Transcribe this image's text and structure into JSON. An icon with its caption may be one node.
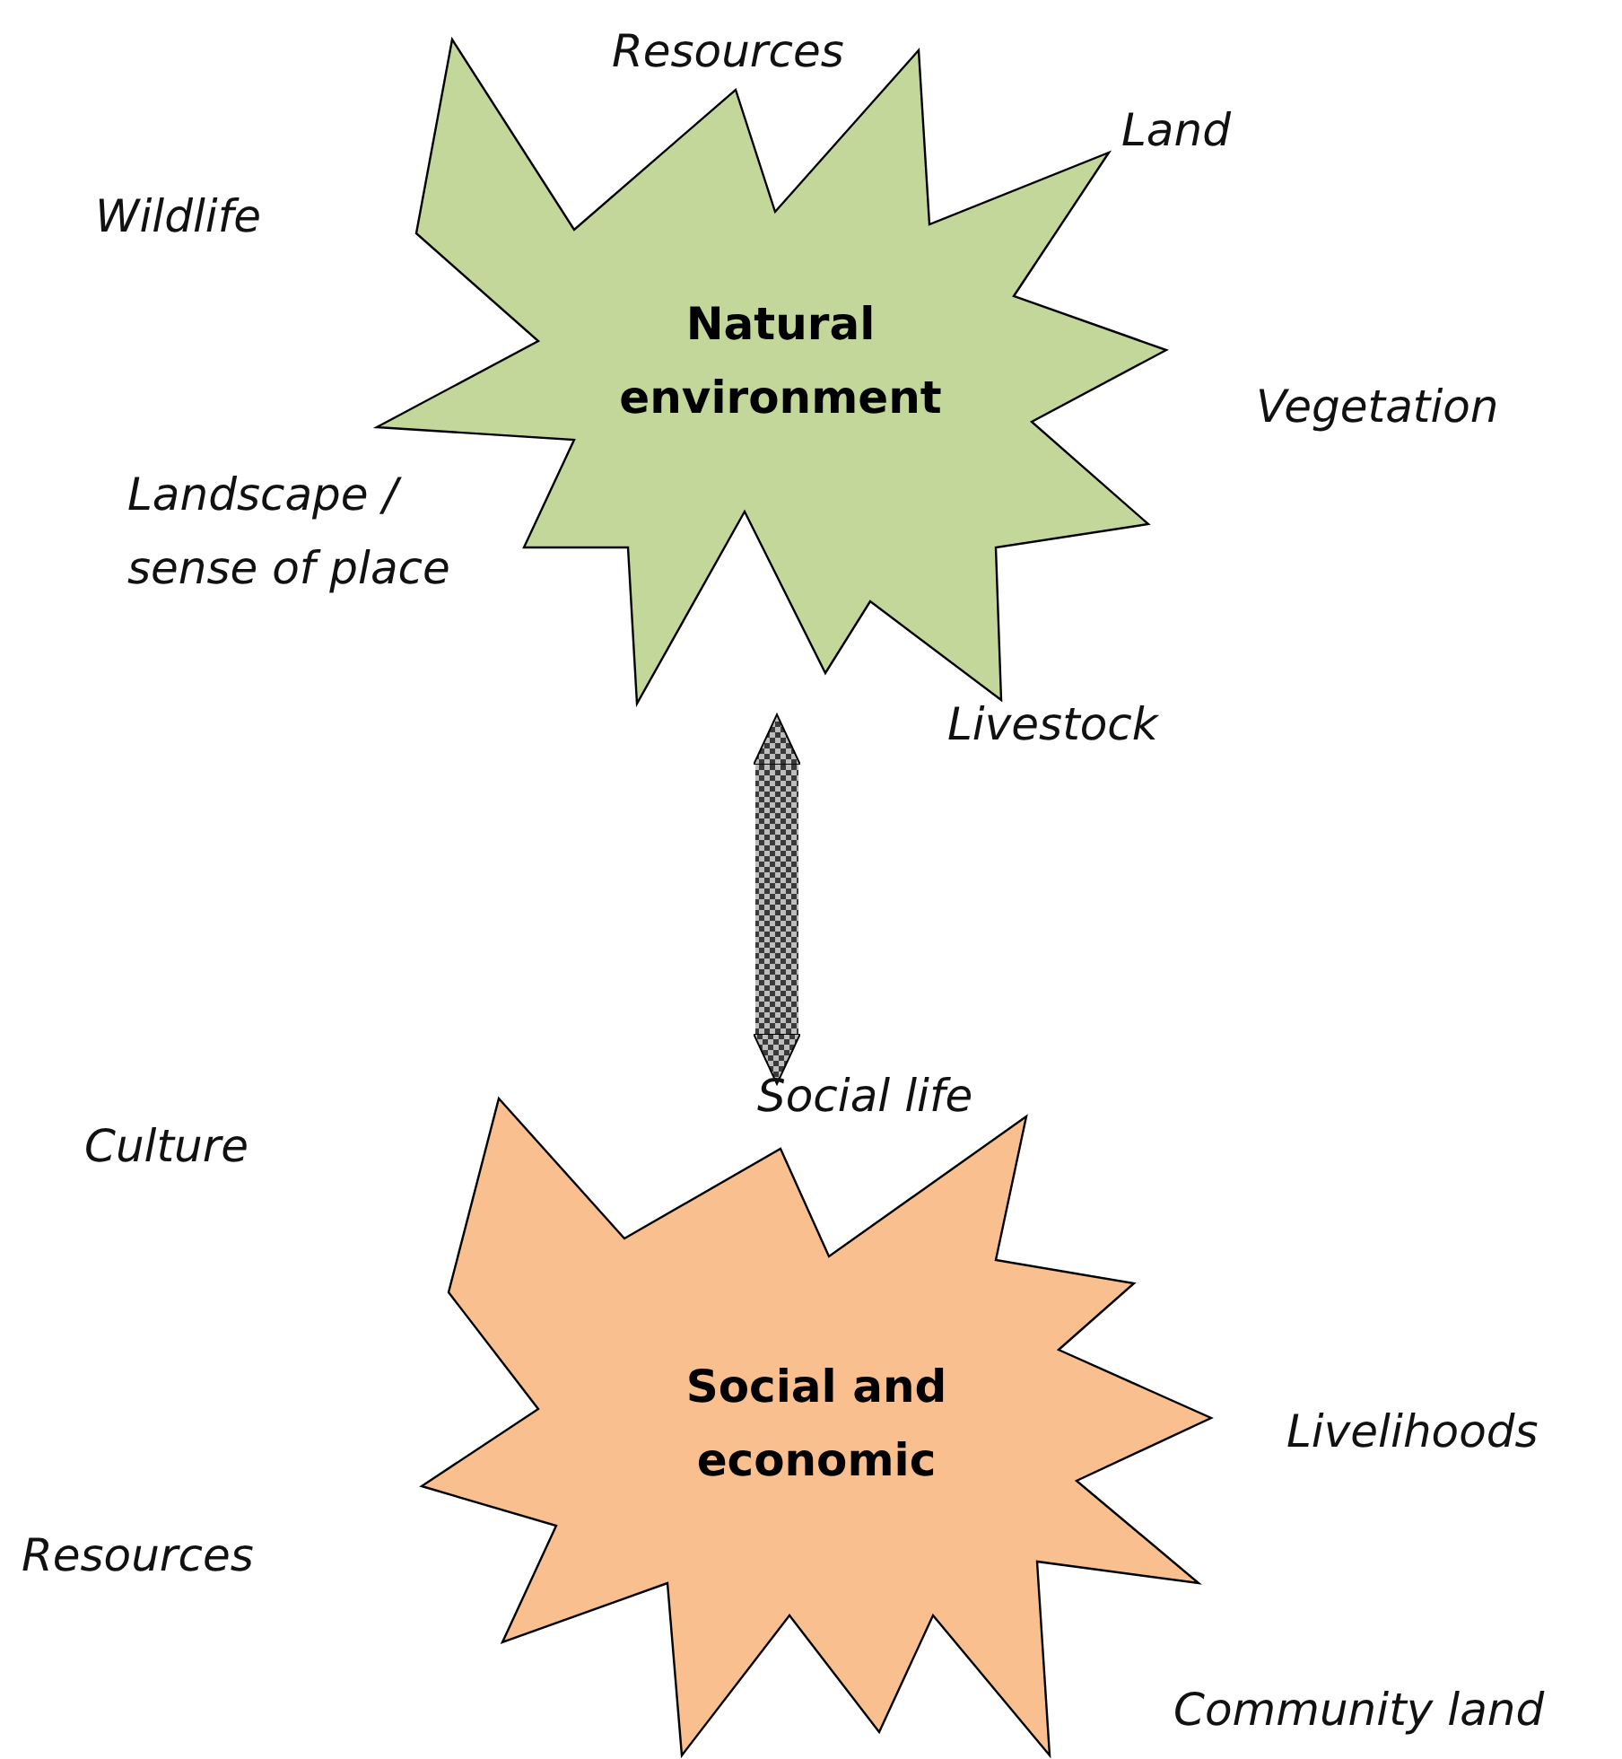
{
  "diagram": {
    "nodes": [
      {
        "text": [
          "Natural environment"
        ]
      },
      {
        "text": [
          "Social and economic"
        ]
      }
    ],
    "edges": [
      {
        "from": 0,
        "to": 1,
        "arrow": "both"
      }
    ],
    "labels": [
      "Resources",
      "Land",
      "Wildlife",
      "Vegetation",
      "Landscape / sense of place",
      "Livestock",
      "Social life",
      "Culture",
      "Livelihoods",
      "Resources",
      "Community land"
    ]
  }
}
